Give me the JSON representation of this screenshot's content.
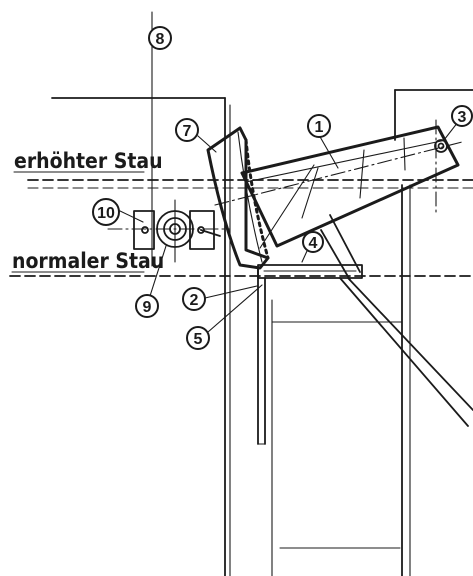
{
  "labels": {
    "raised_level": "erhöhter Stau",
    "normal_level": "normaler Stau"
  },
  "callouts": {
    "c1": "1",
    "c2": "2",
    "c3": "3",
    "c4": "4",
    "c5": "5",
    "c7": "7",
    "c8": "8",
    "c9": "9",
    "c10": "10"
  }
}
